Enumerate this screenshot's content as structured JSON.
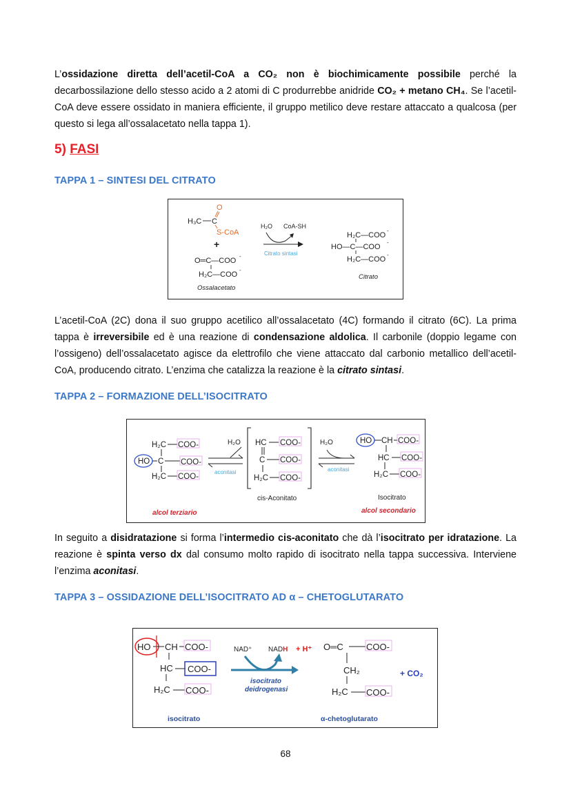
{
  "intro": {
    "s1": "L’",
    "b1": "ossidazione diretta dell’acetil-CoA a CO₂ non è biochimicamente possibile",
    "s2": " perché la decarbossilazione dello stesso acido a 2 atomi di C produrrebbe anidride ",
    "b2": "CO₂ + metano CH₄",
    "s3": ". Se l’acetil-CoA deve essere ossidato in maniera efficiente, il gruppo metilico deve restare attaccato a qualcosa (per questo si lega all’ossalacetato nella tappa 1)."
  },
  "section": {
    "number": "5)",
    "title": "FASI"
  },
  "step1": {
    "title": "TAPPA 1 – SINTESI DEL CITRATO",
    "figure": {
      "h3c": "H₃C",
      "c": "C",
      "o": "O",
      "scoa": "S-CoA",
      "plus": "+",
      "oxa1": "O═C—COO",
      "oxa2": "H₂C—COO",
      "minus": "-",
      "oxa_label": "Ossalacetato",
      "h2o": "H₂O",
      "coash": "CoA-SH",
      "enzyme": "Citrato sintasi",
      "cit1": "H₂C—COO",
      "cit2": "HO—C—COO",
      "cit3": "H₂C—COO",
      "cit_label": "Citrato"
    },
    "text": {
      "s1": "L’acetil-CoA (2C) dona il suo gruppo acetilico all’ossalacetato (4C) formando il citrato (6C). La prima tappa è ",
      "b1": "irreversibile",
      "s2": " ed è una reazione di ",
      "b2": "condensazione aldolica",
      "s3": ". Il carbonile (doppio legame con l’ossigeno) dell’ossalacetato agisce da elettrofilo che viene attaccato dal carbonio metallico dell’acetil-CoA, producendo citrato. L’enzima che catalizza la reazione è la ",
      "b3": "citrato sintasi",
      "s4": "."
    }
  },
  "step2": {
    "title": "TAPPA 2 – FORMAZIONE DELL’ISOCITRATO",
    "figure": {
      "h2c": "H₂C",
      "ho": "HO",
      "c": "C",
      "hc": "HC",
      "ch": "CH",
      "coo": "COO-",
      "h2o": "H₂O",
      "enzyme": "aconitasi",
      "mid_label": "cis-Aconitato",
      "right_label": "Isocitrato",
      "left_tag": "alcol terziario",
      "right_tag": "alcol secondario"
    },
    "text": {
      "s1": "In seguito a ",
      "b1": "disidratazione",
      "s2": " si forma l’",
      "b2": "intermedio cis-aconitato",
      "s3": " che dà l’",
      "b3": "isocitrato per idratazione",
      "s4": ". La reazione è ",
      "b4": "spinta verso dx",
      "s5": " dal consumo molto rapido di isocitrato nella tappa successiva. Interviene l’enzima ",
      "b5": "aconitasi",
      "s6": "."
    }
  },
  "step3": {
    "title": "TAPPA 3 – OSSIDAZIONE DELL’ISOCITRATO AD α – CHETOGLUTARATO",
    "figure": {
      "ho": "HO",
      "ch": "CH",
      "hc": "HC",
      "h2c": "H₂C",
      "coo": "COO-",
      "nad": "NAD⁺",
      "nad_prefix": "NAD",
      "h_red": "H",
      "plus_h": "+ H⁺",
      "enzyme1": "isocitrato",
      "enzyme2": "deidrogenasi",
      "o_eq_c": "O═C",
      "ch2": "CH₂",
      "co2": "+ CO₂",
      "left_label": "isocitrato",
      "right_label": "α-chetoglutarato"
    }
  },
  "page_number": "68",
  "colors": {
    "heading_blue": "#3c78c8",
    "section_red": "#e8202a",
    "label_red": "#d0202a",
    "label_blue": "#2a4f9a",
    "enzyme_blue": "#4aa8d8"
  }
}
